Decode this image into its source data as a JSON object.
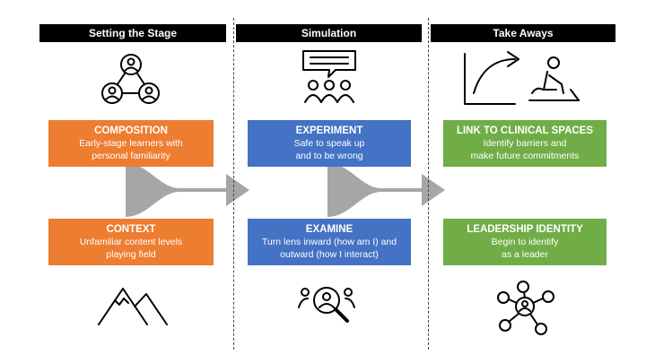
{
  "columns": [
    {
      "header": "Setting the Stage"
    },
    {
      "header": "Simulation"
    },
    {
      "header": "Take Aways"
    }
  ],
  "boxes": {
    "composition": {
      "title": "COMPOSITION",
      "line1": "Early-stage learners with",
      "line2": "personal familiarity"
    },
    "context": {
      "title": "CONTEXT",
      "line1": "Unfamiliar content levels",
      "line2": "playing field"
    },
    "experiment": {
      "title": "EXPERIMENT",
      "line1": "Safe to speak up",
      "line2": "and to be wrong"
    },
    "examine": {
      "title": "EXAMINE",
      "line1": "Turn lens inward (how am I) and",
      "line2": "outward (how I interact)"
    },
    "link": {
      "title": "LINK TO CLINICAL SPACES",
      "line1": "Identify barriers and",
      "line2": "make future commitments"
    },
    "leadership": {
      "title": "LEADERSHIP IDENTITY",
      "line1": "Begin to identify",
      "line2": "as a leader"
    }
  },
  "colors": {
    "orange": "#ED7D31",
    "blue": "#4472C4",
    "green": "#70AD47",
    "arrow": "#A6A6A6"
  },
  "icons": {
    "col1_top": "people-network-icon",
    "col1_bottom": "mountains-icon",
    "col2_top": "presentation-audience-icon",
    "col2_bottom": "magnifier-team-icon",
    "col3_top": "growth-cpr-icon",
    "col3_bottom": "hub-network-icon"
  }
}
